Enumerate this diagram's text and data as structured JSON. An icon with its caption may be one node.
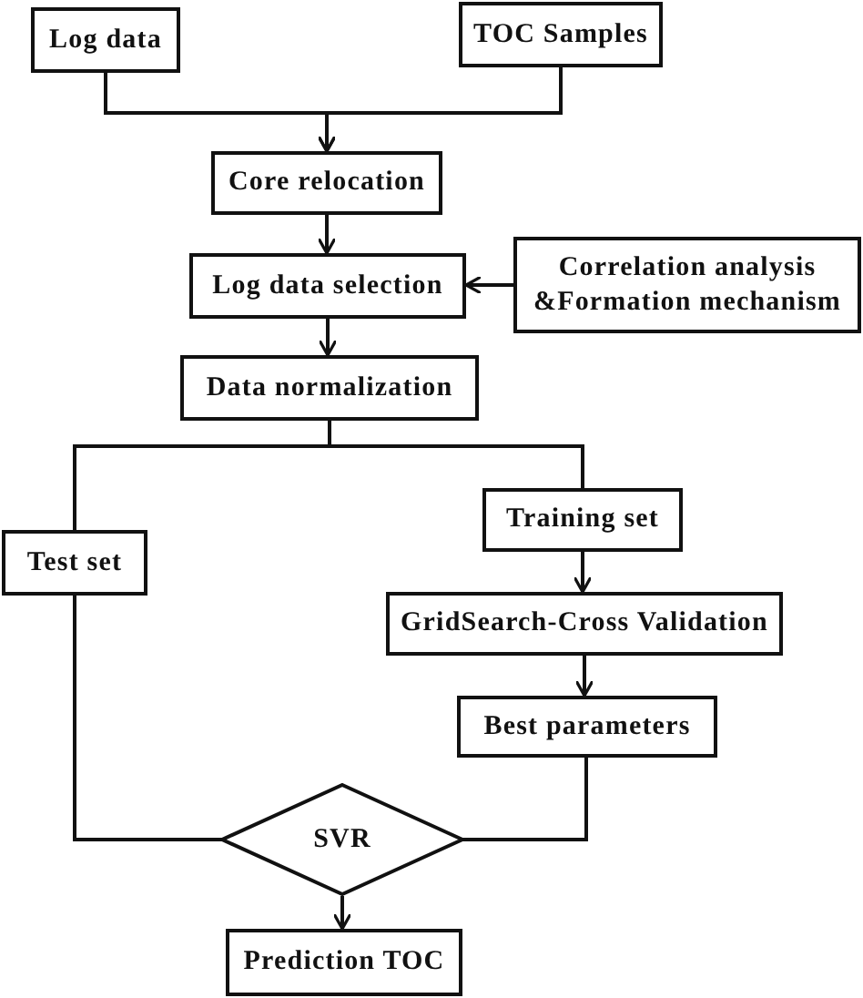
{
  "diagram": {
    "nodes": [
      {
        "text": [
          "Log data"
        ]
      },
      {
        "text": [
          "TOC Samples"
        ]
      },
      {
        "text": [
          "Core relocation"
        ]
      },
      {
        "text": [
          "Log data selection"
        ]
      },
      {
        "text": [
          "Correlation analysis &Formation mechanism"
        ]
      },
      {
        "text": [
          "Data normalization"
        ]
      },
      {
        "text": [
          "Test set"
        ]
      },
      {
        "text": [
          "Training set"
        ]
      },
      {
        "text": [
          "GridSearch-Cross Validation"
        ]
      },
      {
        "text": [
          "Best parameters"
        ]
      },
      {
        "text": [
          "SVR"
        ]
      },
      {
        "text": [
          "Prediction TOC"
        ]
      }
    ],
    "edges": [
      {
        "from": 0,
        "to": 2,
        "arrow": "to"
      },
      {
        "from": 1,
        "to": 2,
        "arrow": "to"
      },
      {
        "from": 2,
        "to": 3,
        "arrow": "to"
      },
      {
        "from": 4,
        "to": 3,
        "arrow": "to"
      },
      {
        "from": 3,
        "to": 5,
        "arrow": "to"
      },
      {
        "from": 5,
        "to": 6,
        "arrow": "none"
      },
      {
        "from": 5,
        "to": 7,
        "arrow": "none"
      },
      {
        "from": 7,
        "to": 8,
        "arrow": "to"
      },
      {
        "from": 8,
        "to": 9,
        "arrow": "to"
      },
      {
        "from": 6,
        "to": 10,
        "arrow": "none"
      },
      {
        "from": 9,
        "to": 10,
        "arrow": "none"
      },
      {
        "from": 10,
        "to": 11,
        "arrow": "to"
      }
    ]
  }
}
